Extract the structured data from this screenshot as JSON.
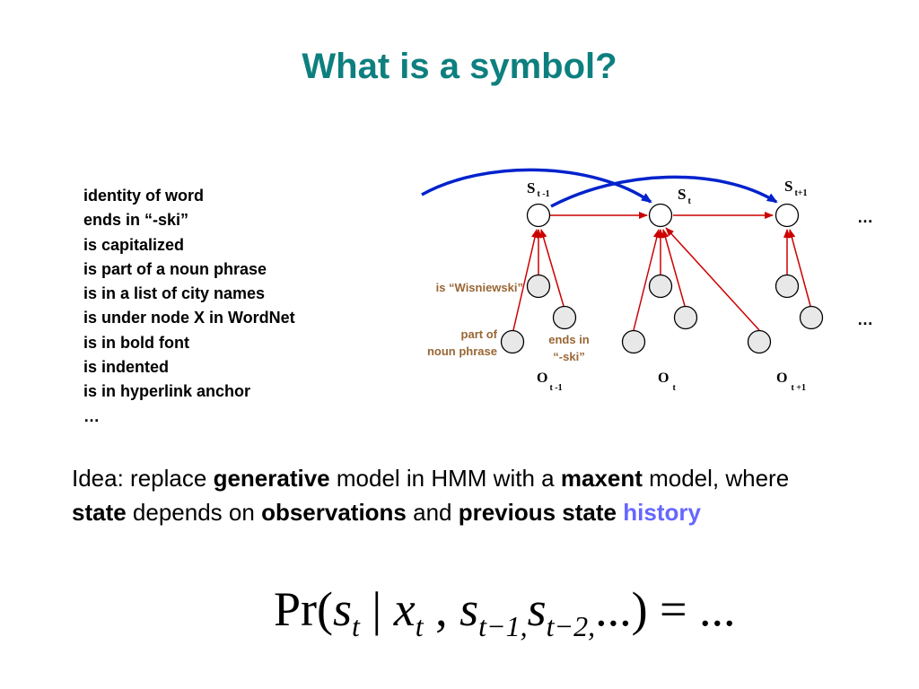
{
  "title": "What is a symbol?",
  "features": [
    "identity of word",
    "ends in “-ski”",
    "is capitalized",
    "is part of a noun phrase",
    "is in a list of city names",
    "is under node X in WordNet",
    "is in bold font",
    "is indented",
    "is in hyperlink anchor",
    "…"
  ],
  "diagram": {
    "states": [
      {
        "base": "S",
        "sub": "t -1"
      },
      {
        "base": "S",
        "sub": "t"
      },
      {
        "base": "S",
        "sub": "t+1"
      }
    ],
    "observations": [
      {
        "base": "O",
        "sub": "t -1"
      },
      {
        "base": "O",
        "sub": "t"
      },
      {
        "base": "O",
        "sub": "t +1"
      }
    ],
    "ellipsis_top": "…",
    "ellipsis_bottom": "…",
    "labels": {
      "wisniewski": "is “Wisniewski”",
      "noun_phrase_1": "part of",
      "noun_phrase_2": "noun phrase",
      "ends_in_1": "ends in",
      "ends_in_2": "“-ski”"
    },
    "colors": {
      "state_edge": "#cc0000",
      "history_arc": "#0022cc",
      "label": "#996633",
      "node_fill": "#e8e8e8"
    }
  },
  "idea": {
    "t1": "Idea: replace ",
    "b1": "generative",
    "t2": " model in HMM with a ",
    "b2": "maxent",
    "t3": " model, where ",
    "b3": "state",
    "t4": " depends on ",
    "b4": "observations",
    "t5": " and ",
    "b5": "previous state",
    "t6": " ",
    "h1": "history",
    "history_color": "#6666ff"
  },
  "formula": {
    "pr": "Pr(",
    "s": "s",
    "sub_t": "t",
    "bar": " | ",
    "x": "x",
    "comma": " , ",
    "s2": "s",
    "sub_t1": "t−1,",
    "s3": "s",
    "sub_t2": "t−2,",
    "rest": "...) = ..."
  }
}
